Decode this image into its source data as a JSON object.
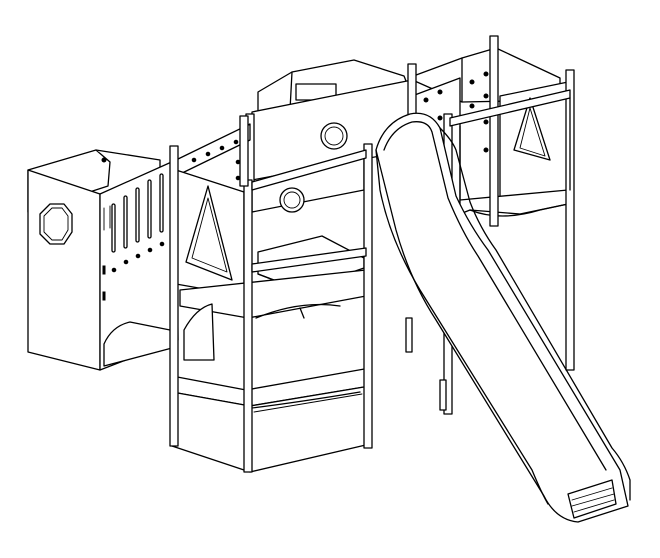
{
  "figure": {
    "kind": "isometric-line-drawing",
    "subject": "wooden-play-structure",
    "stroke_color": "#000000",
    "fill_color": "#ffffff"
  },
  "parts": [
    {
      "name": "left-bridge-box",
      "has_porthole": true,
      "slot_rows": 2
    },
    {
      "name": "front-tower",
      "has_triangle-window": true
    },
    {
      "name": "rear-center-tower",
      "has_porthole": true,
      "has_panel-window": true
    },
    {
      "name": "right-rear-tower",
      "has_triangle-window": true
    },
    {
      "name": "wave-slide"
    }
  ]
}
